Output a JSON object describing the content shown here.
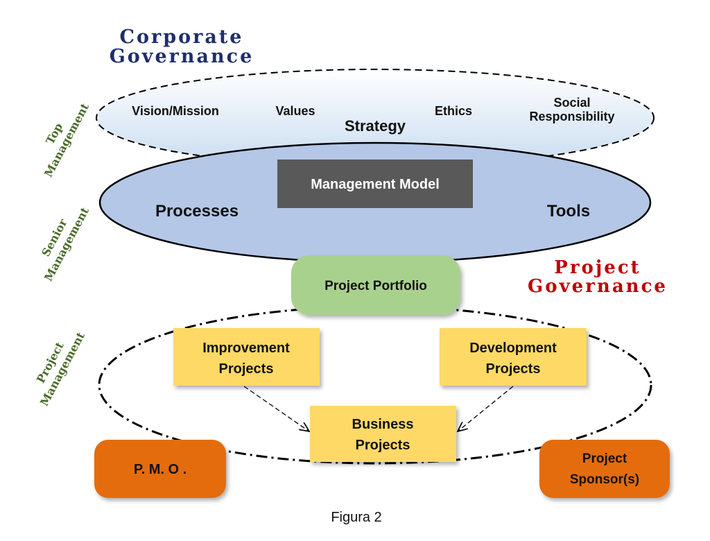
{
  "titles": {
    "corporate_line1": "Corporate",
    "corporate_line2": "Governance",
    "project_line1": "Project",
    "project_line2": "Governance"
  },
  "side_labels": {
    "top_line1": "Top",
    "top_line2": "Management",
    "senior_line1": "Senior",
    "senior_line2": "Management",
    "project_line1": "Project",
    "project_line2": "Management"
  },
  "corporate_ellipse": {
    "vision": "Vision/Mission",
    "values": "Values",
    "ethics": "Ethics",
    "social_line1": "Social",
    "social_line2": "Responsibility",
    "strategy": "Strategy"
  },
  "management_ellipse": {
    "model": "Management Model",
    "processes": "Processes",
    "tools": "Tools"
  },
  "portfolio": "Project Portfolio",
  "projects": {
    "improvement_line1": "Improvement",
    "improvement_line2": "Projects",
    "development_line1": "Development",
    "development_line2": "Projects",
    "business_line1": "Business",
    "business_line2": "Projects"
  },
  "pmo": "P. M. O .",
  "sponsor_line1": "Project",
  "sponsor_line2": "Sponsor(s)",
  "caption": "Figura 2",
  "colors": {
    "navy": "#1f2f6b",
    "red": "#c00000",
    "green_label": "#4a6b2a",
    "light_blue": "#dce8f5",
    "mid_blue": "#b4c7e7",
    "dark_box": "#595959",
    "portfolio_green": "#a9d18e",
    "project_yellow": "#ffd966",
    "orange": "#e46c0a"
  }
}
